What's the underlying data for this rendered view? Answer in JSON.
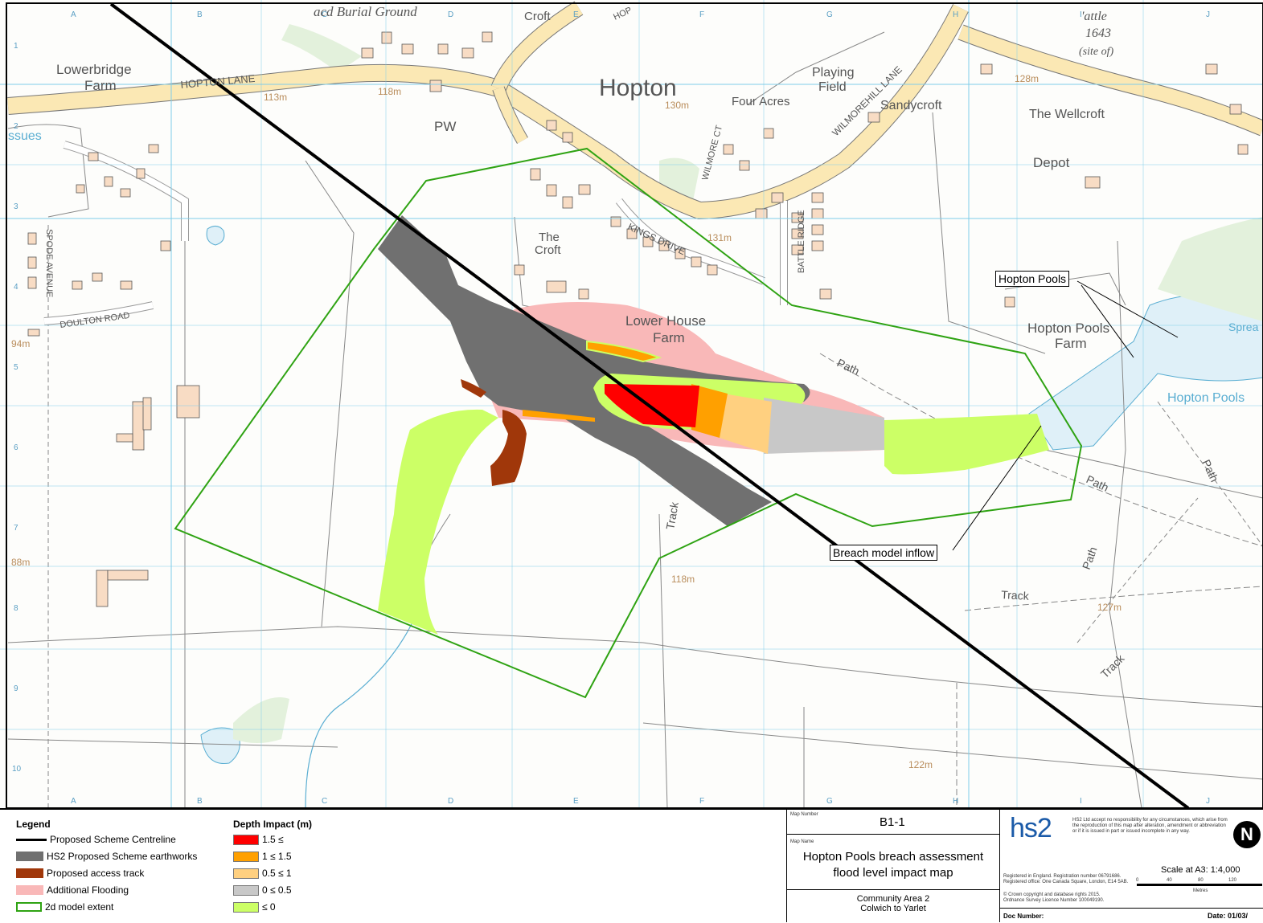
{
  "map": {
    "place_labels": {
      "hopton": "Hopton",
      "lowerbridge_farm_1": "Lowerbridge",
      "lowerbridge_farm_2": "Farm",
      "playing_field_1": "Playing",
      "playing_field_2": "Field",
      "four_acres": "Four Acres",
      "sandycroft": "Sandycroft",
      "the_wellcroft": "The Wellcroft",
      "depot": "Depot",
      "the_croft_1": "The",
      "the_croft_2": "Croft",
      "lower_house_farm_1": "Lower House",
      "lower_house_farm_2": "Farm",
      "hopton_pools_farm_1": "Hopton Pools",
      "hopton_pools_farm_2": "Farm",
      "hopton_pools_water": "Hopton Pools",
      "spread": "Sprea",
      "croft_top": "Croft",
      "burial_ground": "acd Burial Ground",
      "battle_1": "'attle",
      "battle_2": "1643",
      "battle_3": "(site of)",
      "pw": "PW",
      "issues": "ssues"
    },
    "road_labels": {
      "hopton_lane": "HOPTON  LANE",
      "wilmorehill_lane": "WILMOREHILL  LANE",
      "kings_drive": "KINGS  DRIVE",
      "wilmore_ct": "WILMORE CT",
      "battle_ridge": "BATTLE RIDGE",
      "spode_avenue": "SPODE AVENUE",
      "doulton_road": "DOULTON  ROAD",
      "hop": "HOP"
    },
    "path_labels": {
      "path_1": "Path",
      "path_2": "Path",
      "path_3": "Path",
      "path_4": "Path",
      "track_1": "Track",
      "track_2": "Track",
      "track_3": "Track"
    },
    "heights": {
      "h113": "113m",
      "h118a": "118m",
      "h130": "130m",
      "h131": "131m",
      "h128": "128m",
      "h94": "94m",
      "h88": "88m",
      "h118b": "118m",
      "h127": "127m",
      "h122": "122m"
    },
    "grid_columns": [
      "A",
      "B",
      "C",
      "D",
      "E",
      "F",
      "G",
      "H",
      "I",
      "J"
    ],
    "grid_rows": [
      "1",
      "2",
      "3",
      "4",
      "5",
      "6",
      "7",
      "8",
      "9",
      "10"
    ],
    "callouts": {
      "hopton_pools": "Hopton Pools",
      "breach_inflow": "Breach model inflow"
    },
    "colors": {
      "centreline": "#000000",
      "earthworks": "#707070",
      "access_track": "#a0370a",
      "additional_flooding": "#f9b8b8",
      "model_extent": "#2fa313",
      "depth_1_5_plus": "#ff0000",
      "depth_1_to_1_5": "#ffa000",
      "depth_0_5_to_1": "#ffd080",
      "depth_0_to_0_5": "#c8c8c8",
      "depth_le_0": "#ccff66",
      "road": "#fbe8b4",
      "water": "#dff0f8",
      "grid": "#7fcdea"
    }
  },
  "legend": {
    "title": "Legend",
    "items": [
      "Proposed Scheme Centreline",
      "HS2 Proposed Scheme earthworks",
      "Proposed access track",
      "Additional Flooding",
      "2d model extent"
    ],
    "depth_title": "Depth Impact (m)",
    "depth_items": [
      "1.5 ≤",
      "1 ≤ 1.5",
      "0.5 ≤ 1",
      "0 ≤ 0.5",
      "≤ 0"
    ]
  },
  "title_block": {
    "map_number_label": "Map Number",
    "map_number": "B1-1",
    "map_name_label": "Map Name",
    "map_name_1": "Hopton Pools breach assessment",
    "map_name_2": "flood level impact map",
    "community_1": "Community Area 2",
    "community_2": "Colwich to Yarlet",
    "logo": "hs2",
    "disclaimer": "HS2 Ltd accept no responsibility for any circumstances, which arise from the reproduction of this map after alteration, amendment or abbreviation or if it is issued in part or issued incomplete in any way.",
    "registered_1": "Registered in England. Registration number 06791686.",
    "registered_2": "Registered office: One Canada Square, London, E14 5AB.",
    "copyright_1": "© Crown copyright and database rights 2015.",
    "copyright_2": "Ordnance Survey Licence Number 100049190.",
    "scale_label": "Scale at A3:  1:4,000",
    "scale_ticks": [
      "0",
      "40",
      "80",
      "120"
    ],
    "scale_unit": "Metres",
    "doc_number_label": "Doc Number:",
    "date_label": "Date: 01/03/"
  }
}
